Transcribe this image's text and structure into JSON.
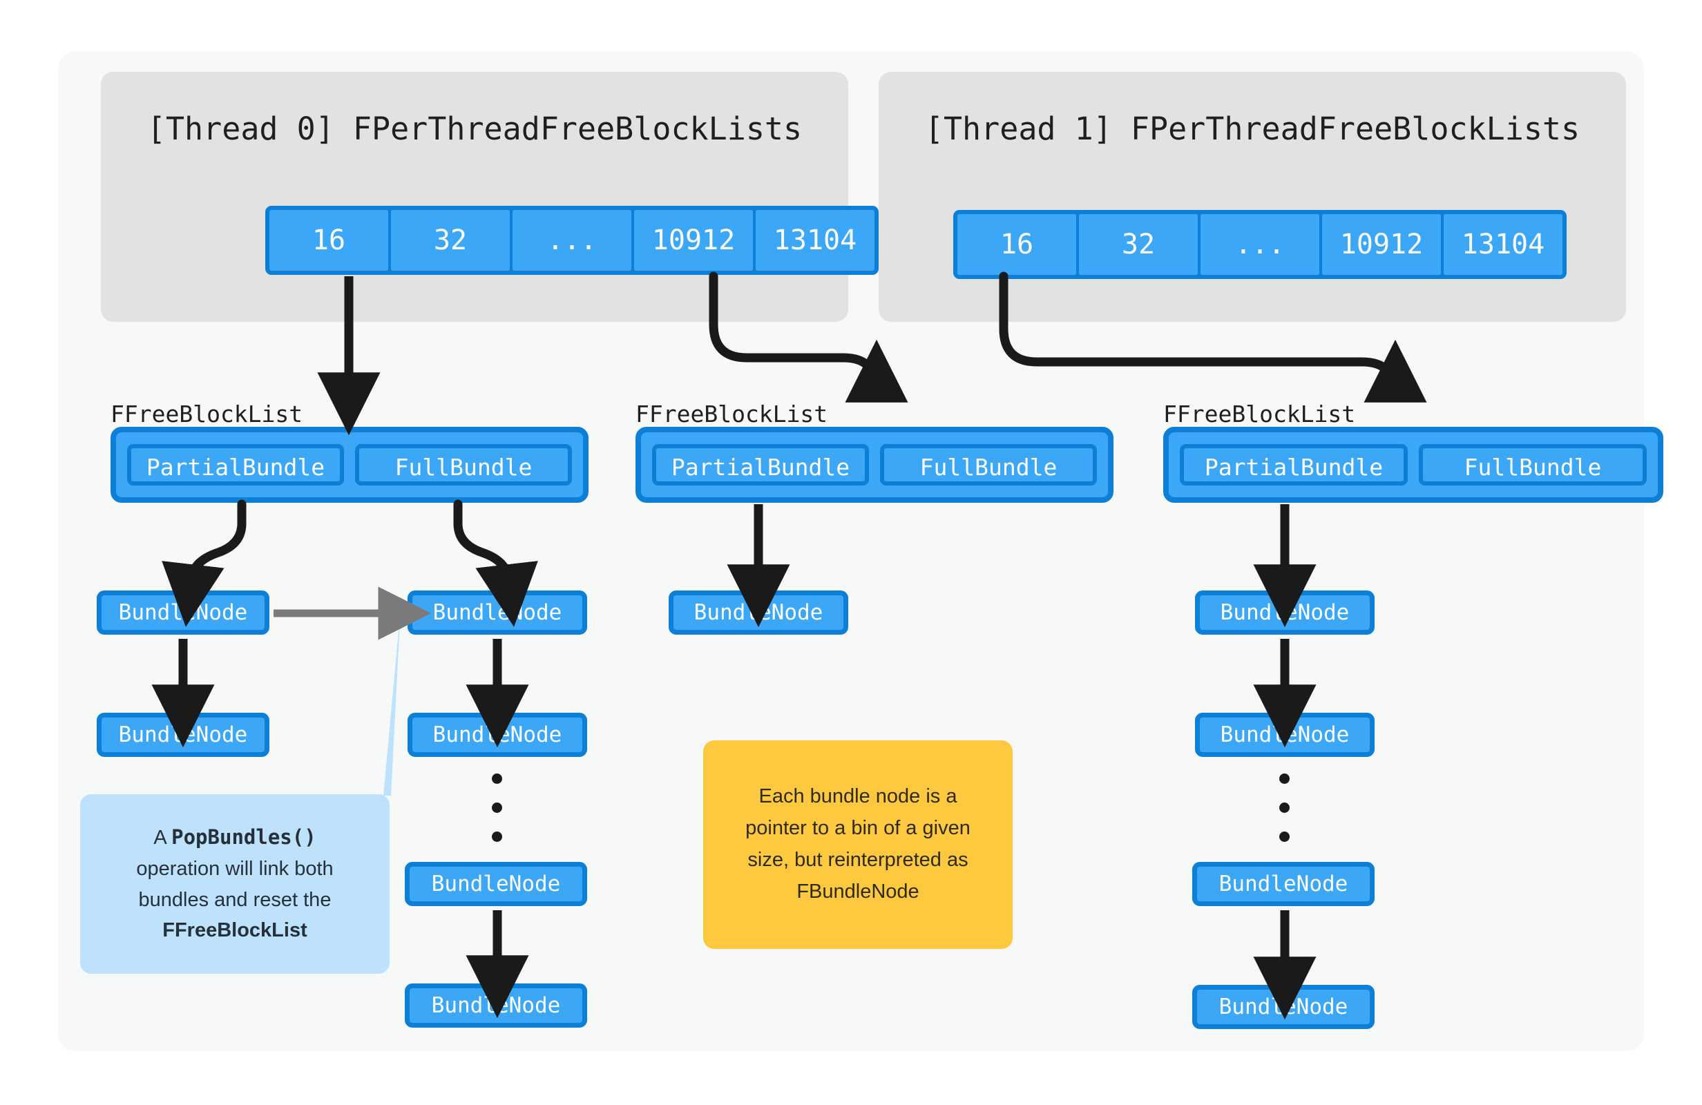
{
  "canvas": {
    "background": "#f7f8f8",
    "page_background": "#ffffff"
  },
  "colors": {
    "panel_bg": "#e2e2e2",
    "node_fill": "#3ca7f7",
    "node_border": "#0d7fd6",
    "arrow_black": "#1a1a1a",
    "arrow_gray": "#7b7b7b",
    "callout_blue": "#bee2fb",
    "callout_yellow": "#ffc93f",
    "text_dark": "#1f1f1f",
    "text_white": "#ffffff"
  },
  "threads": [
    {
      "title": "[Thread 0] FPerThreadFreeBlockLists",
      "bins": [
        "16",
        "32",
        "...",
        "10912",
        "13104"
      ]
    },
    {
      "title": "[Thread 1] FPerThreadFreeBlockLists",
      "bins": [
        "16",
        "32",
        "...",
        "10912",
        "13104"
      ]
    }
  ],
  "free_block_lists": [
    {
      "label": "FFreeBlockList",
      "slots": [
        "PartialBundle",
        "FullBundle"
      ],
      "chains": {
        "partial": [
          "BundleNode",
          "BundleNode"
        ],
        "full": [
          "BundleNode",
          "BundleNode",
          "BundleNode",
          "BundleNode"
        ]
      }
    },
    {
      "label": "FFreeBlockList",
      "slots": [
        "PartialBundle",
        "FullBundle"
      ],
      "chains": {
        "partial": [
          "BundleNode"
        ],
        "full": []
      }
    },
    {
      "label": "FFreeBlockList",
      "slots": [
        "PartialBundle",
        "FullBundle"
      ],
      "chains": {
        "partial": [
          "BundleNode",
          "BundleNode",
          "BundleNode",
          "BundleNode"
        ],
        "full": []
      }
    }
  ],
  "callouts": {
    "pop_bundles": {
      "line1_prefix": "A ",
      "line1_code": "PopBundles()",
      "line2": "operation will link both",
      "line3": "bundles and reset the",
      "line4_bold": "FFreeBlockList"
    },
    "bundle_node_note": {
      "line1": "Each bundle node is a",
      "line2": "pointer to a bin of a given",
      "line3": "size, but reinterpreted as",
      "line4": "FBundleNode"
    }
  },
  "ellipsis": {
    "glyph": "•",
    "count": 3
  }
}
